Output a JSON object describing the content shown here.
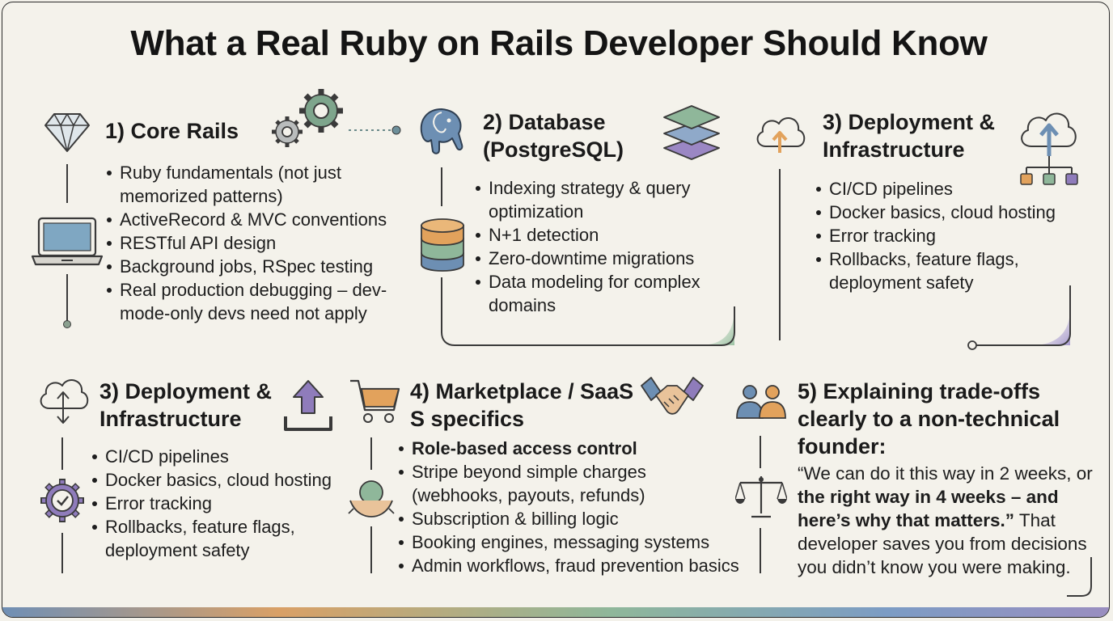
{
  "title": "What a Real Ruby on Rails Developer Should Know",
  "sections": [
    {
      "heading": "1) Core Rails",
      "bullets": [
        "Ruby fundamentals (not just memorized patterns)",
        "ActiveRecord & MVC conventions",
        "RESTful API design",
        "Background jobs, RSpec testing",
        "Real production debugging – dev-mode-only devs need not apply"
      ]
    },
    {
      "heading": "2) Database (PostgreSQL)",
      "bullets": [
        "Indexing strategy & query optimization",
        "N+1 detection",
        "Zero-downtime migrations",
        "Data modeling for complex domains"
      ]
    },
    {
      "heading": "3) Deployment & Infrastructure",
      "bullets": [
        "CI/CD pipelines",
        "Docker basics, cloud hosting",
        "Error tracking",
        "Rollbacks, feature flags, deployment safety"
      ]
    },
    {
      "heading": "3) Deployment & Infrastructure",
      "bullets": [
        "CI/CD pipelines",
        "Docker basics, cloud hosting",
        "Error tracking",
        "Rollbacks, feature flags, deployment safety"
      ]
    },
    {
      "heading": "4) Marketplace / SaaS S specifics",
      "bullets": [
        "Role-based access control",
        "Stripe beyond simple charges (webhooks, payouts, refunds)",
        "Subscription & billing logic",
        "Booking engines, messaging systems",
        "Admin workflows, fraud prevention basics"
      ]
    },
    {
      "heading": "5) Explaining trade-offs clearly to a non-technical founder:",
      "quote_part1": "“We can do it this way in 2 weeks, or ",
      "quote_bold": "the right way in 4 weeks – and here’s why that matters.”",
      "quote_part2": " That developer saves you from decisions you didn’t know you were making."
    }
  ],
  "icons": [
    "diamond-icon",
    "gears-icon",
    "laptop-icon",
    "postgres-elephant-icon",
    "layers-icon",
    "database-icon",
    "cloud-upload-icon",
    "cloud-network-icon",
    "cloud-sync-icon",
    "upload-tray-icon",
    "gear-check-icon",
    "shopping-cart-icon",
    "handshake-icon",
    "user-hands-icon",
    "people-icon",
    "scale-icon"
  ],
  "colors": {
    "background": "#f4f2eb",
    "text": "#1b1b1b",
    "green": "#7ea58c",
    "orange": "#e2a25c",
    "blue": "#6d8fb3",
    "purple": "#8f7cbb"
  }
}
